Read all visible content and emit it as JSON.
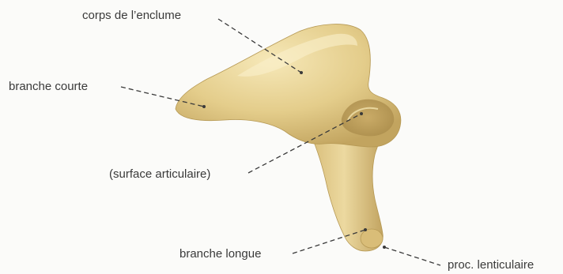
{
  "labels": {
    "body": "corps de l’enclume",
    "short_process": "branche courte",
    "articular_surface": "(surface articulaire)",
    "long_process": "branche longue",
    "lenticular_process": "proc. lenticulaire"
  },
  "colors": {
    "bone_light": "#f1e0a8",
    "bone_mid": "#dcc07a",
    "bone_dark": "#b89a55",
    "text": "#3a3a3a",
    "background": "#fbfbf9"
  }
}
